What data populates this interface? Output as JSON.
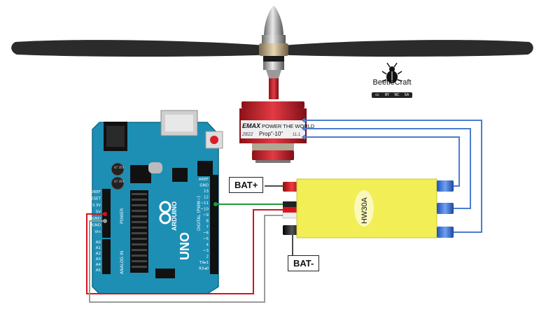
{
  "labels": {
    "bat_plus": "BAT+",
    "bat_minus": "BAT-",
    "esc_label": "HW30A",
    "motor_brand": "EMAX",
    "motor_slogan": "POWER THE WORLD",
    "motor_model": "2822",
    "motor_prop": "Prop\"-10\"",
    "motor_suffix": "11.1",
    "board_brand": "ARDUINO",
    "board_model": "UNO",
    "brand_name": "BeetleCraft",
    "license": [
      "cc",
      "BY",
      "NC",
      "SA"
    ],
    "pin_header_left": [
      "IOREF",
      "RESET",
      "3.3V",
      "5V",
      "GND",
      "GND",
      "Vin"
    ],
    "analog_pins": [
      "A0",
      "A1",
      "A2",
      "A3",
      "A4",
      "A5"
    ],
    "analog_header": "ANALOG IN",
    "power_header": "POWER",
    "digital_header": "DIGITAL (PWM~)",
    "digital_pins": [
      "AREF",
      "GND",
      "13",
      "12",
      "~11",
      "~10",
      "~9",
      "8",
      "7",
      "~6",
      "~5",
      "4",
      "~3",
      "2",
      "TX▸1",
      "RX◂0"
    ],
    "cap_label_1": "47\n35V",
    "cap_label_2": "47\n35V"
  },
  "colors": {
    "board": "#1d8fb5",
    "esc": "#f2ee55",
    "wire_red": "#d4141c",
    "wire_gray": "#9a9a9a",
    "wire_green": "#1e9a3a",
    "wire_blue": "#4a7cd0",
    "motor_red": "#c8232c",
    "propeller": "#2a2a2a"
  },
  "icons": [
    "beetle-icon",
    "cc-license-icon"
  ]
}
